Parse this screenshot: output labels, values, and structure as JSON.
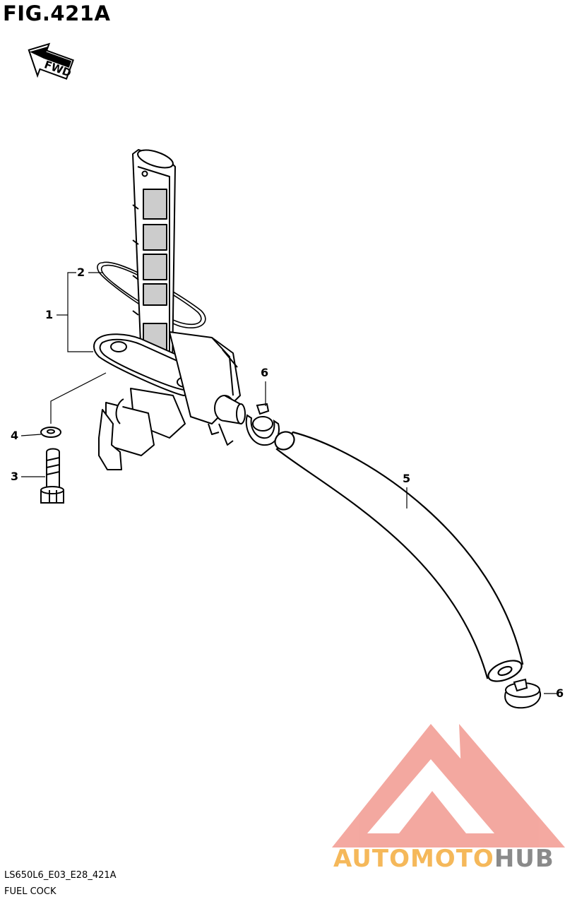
{
  "figure": {
    "title": "FIG.421A",
    "direction_label": "FWD",
    "code": "LS650L6_E03_E28_421A",
    "name": "FUEL COCK"
  },
  "callouts": [
    {
      "id": "c1",
      "label": "1"
    },
    {
      "id": "c2",
      "label": "2"
    },
    {
      "id": "c3",
      "label": "3"
    },
    {
      "id": "c4",
      "label": "4"
    },
    {
      "id": "c5",
      "label": "5"
    },
    {
      "id": "c6a",
      "label": "6"
    },
    {
      "id": "c6b",
      "label": "6"
    }
  ],
  "watermark": {
    "part1": "AUTOMOTO",
    "part2": "HUB",
    "color_primary": "#f08c82",
    "color_text": "#f5b85a",
    "color_hub": "#8a8a8a"
  }
}
